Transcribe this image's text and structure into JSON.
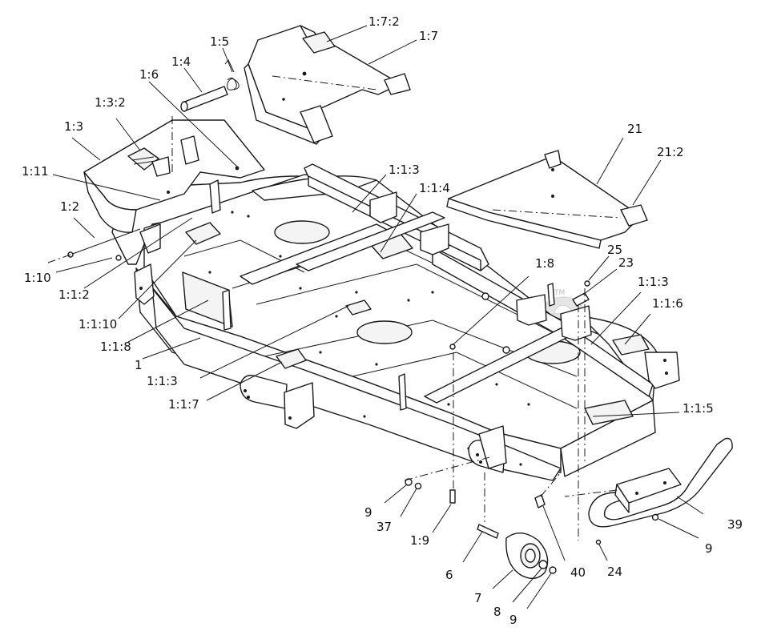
{
  "watermark": "PartsTree",
  "watermark_tm": "TM",
  "colors": {
    "line": "#1a1a1a",
    "background": "#ffffff",
    "watermark": "#cfcfcf"
  },
  "callouts": [
    {
      "id": "c-1-7-2",
      "label": "1:7:2"
    },
    {
      "id": "c-1-7",
      "label": "1:7"
    },
    {
      "id": "c-1-5",
      "label": "1:5"
    },
    {
      "id": "c-1-4",
      "label": "1:4"
    },
    {
      "id": "c-1-6",
      "label": "1:6"
    },
    {
      "id": "c-1-3-2",
      "label": "1:3:2"
    },
    {
      "id": "c-1-3",
      "label": "1:3"
    },
    {
      "id": "c-1-11",
      "label": "1:11"
    },
    {
      "id": "c-1-2",
      "label": "1:2"
    },
    {
      "id": "c-1-10",
      "label": "1:10"
    },
    {
      "id": "c-1-1-2",
      "label": "1:1:2"
    },
    {
      "id": "c-1-1-10",
      "label": "1:1:10"
    },
    {
      "id": "c-1-1-8",
      "label": "1:1:8"
    },
    {
      "id": "c-1",
      "label": "1"
    },
    {
      "id": "c-1-1-3-a",
      "label": "1:1:3"
    },
    {
      "id": "c-1-1-7",
      "label": "1:1:7"
    },
    {
      "id": "c-1-1-3-b",
      "label": "1:1:3"
    },
    {
      "id": "c-1-1-4",
      "label": "1:1:4"
    },
    {
      "id": "c-21",
      "label": "21"
    },
    {
      "id": "c-21-2",
      "label": "21:2"
    },
    {
      "id": "c-25",
      "label": "25"
    },
    {
      "id": "c-23",
      "label": "23"
    },
    {
      "id": "c-1-8",
      "label": "1:8"
    },
    {
      "id": "c-1-1-3-c",
      "label": "1:1:3"
    },
    {
      "id": "c-1-1-6",
      "label": "1:1:6"
    },
    {
      "id": "c-1-1-5",
      "label": "1:1:5"
    },
    {
      "id": "c-39",
      "label": "39"
    },
    {
      "id": "c-9-a",
      "label": "9"
    },
    {
      "id": "c-9-b",
      "label": "9"
    },
    {
      "id": "c-37",
      "label": "37"
    },
    {
      "id": "c-1-9",
      "label": "1:9"
    },
    {
      "id": "c-6",
      "label": "6"
    },
    {
      "id": "c-40",
      "label": "40"
    },
    {
      "id": "c-24",
      "label": "24"
    },
    {
      "id": "c-7",
      "label": "7"
    },
    {
      "id": "c-8",
      "label": "8"
    },
    {
      "id": "c-9-c",
      "label": "9"
    }
  ]
}
